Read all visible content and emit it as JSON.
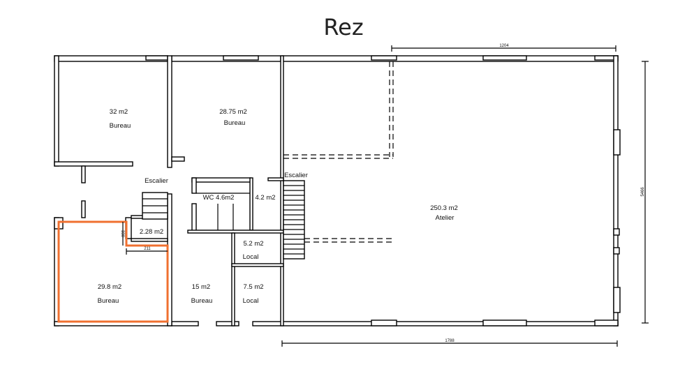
{
  "title": "Rez",
  "rooms": [
    {
      "area": "32 m2",
      "name": "Bureau"
    },
    {
      "area": "28.75 m2",
      "name": "Bureau"
    },
    {
      "area": "250.3 m2",
      "name": "Atelier"
    },
    {
      "area": "WC 4.6m2"
    },
    {
      "area": "4.2 m2"
    },
    {
      "area": "2.28 m2"
    },
    {
      "area": "5.2 m2",
      "name": "Local"
    },
    {
      "area": "29.8 m2",
      "name": "Bureau"
    },
    {
      "area": "15 m2",
      "name": "Bureau"
    },
    {
      "area": "7.5 m2",
      "name": "Local"
    }
  ],
  "stairs": [
    "Escalier",
    "Escalier"
  ],
  "dimensions": {
    "top": "1204",
    "bottom": "1788",
    "right": "5466",
    "small_vertical": "330",
    "small_horizontal": "211"
  },
  "colors": {
    "highlight": "#f07030"
  }
}
